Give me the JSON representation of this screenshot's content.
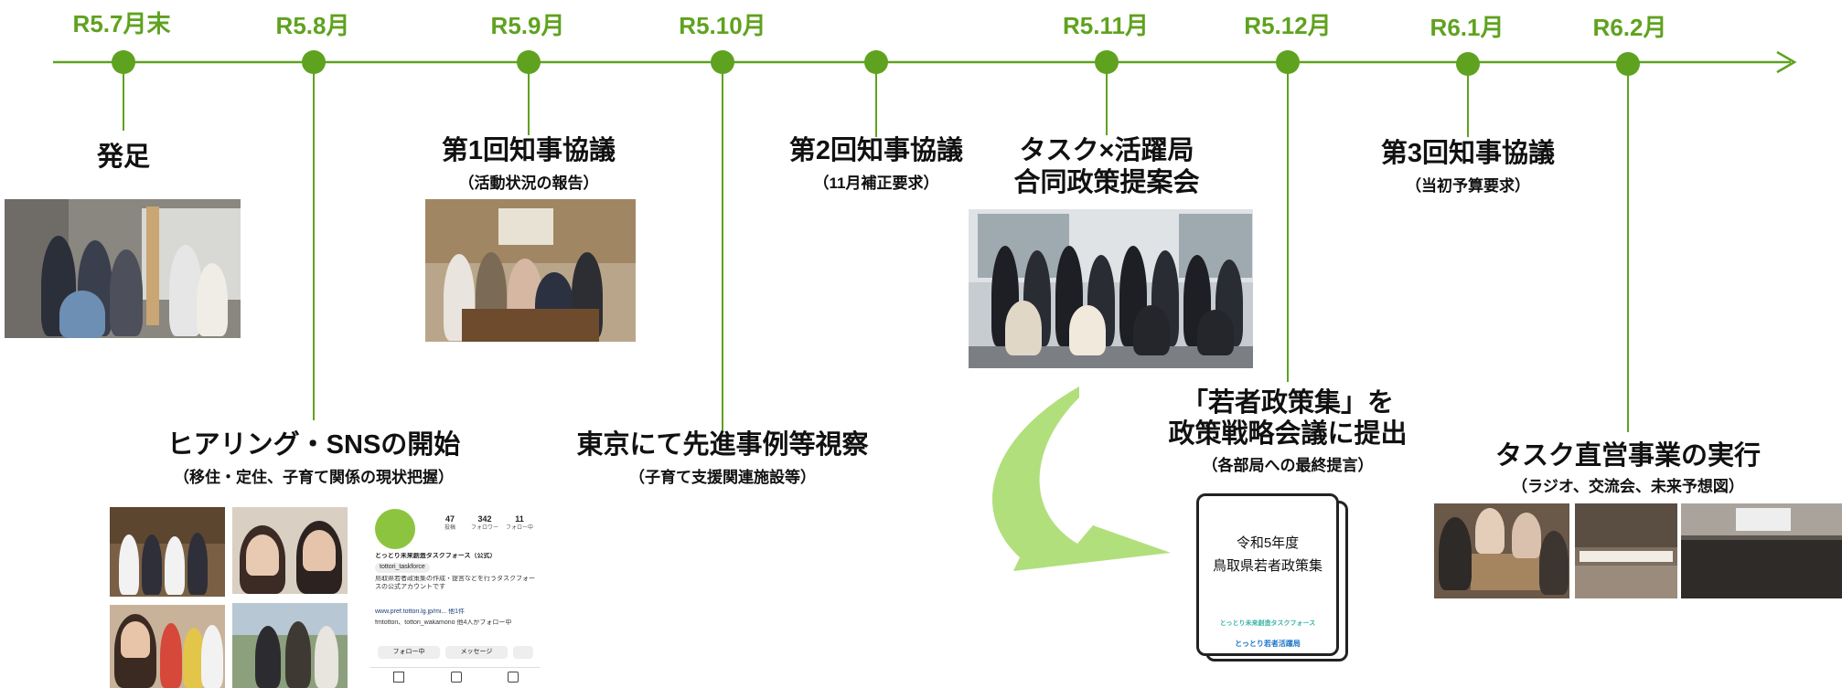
{
  "timeline": {
    "dates": [
      "R5.7月末",
      "R5.8月",
      "R5.9月",
      "R5.10月",
      "",
      "R5.11月",
      "R5.12月",
      "R6.1月",
      "R6.2月"
    ]
  },
  "events": {
    "launch": {
      "title": "発足"
    },
    "hearing": {
      "title": "ヒアリング・SNSの開始",
      "sub": "（移住・定住、子育て関係の現状把握）"
    },
    "meeting1": {
      "title": "第1回知事協議",
      "sub": "（活動状況の報告）"
    },
    "tokyo": {
      "title": "東京にて先進事例等視察",
      "sub": "（子育て支援関連施設等）"
    },
    "meeting2": {
      "title": "第2回知事協議",
      "sub": "（11月補正要求）"
    },
    "joint": {
      "title_line1": "タスク×活躍局",
      "title_line2": "合同政策提案会"
    },
    "proposal": {
      "title_line1": "「若者政策集」を",
      "title_line2": "政策戦略会議に提出",
      "sub": "（各部局への最終提言）"
    },
    "meeting3": {
      "title": "第3回知事協議",
      "sub": "（当初予算要求）"
    },
    "direct": {
      "title": "タスク直営事業の実行",
      "sub": "（ラジオ、交流会、未来予想図）"
    }
  },
  "document": {
    "line1": "令和5年度",
    "line2": "鳥取県若者政策集",
    "footer1": "とっとり未来創造タスクフォース",
    "footer2": "とっとり若者活躍局"
  },
  "sns_profile": {
    "posts_count": "47",
    "posts_label": "投稿",
    "followers_count": "342",
    "followers_label": "フォロワー",
    "following_count": "11",
    "following_label": "フォロー中",
    "name": "とっとり未来創造タスクフォース（公式）",
    "handle": "tottori_taskforce",
    "bio": "鳥取県若者政策集の作成・提言などを行うタスクフォースの公式アカウントです",
    "link": "www.pref.tottori.lg.jp/mi... 他1件",
    "followed_by": "fmtottori、tottori_wakamono 他4人がフォロー中",
    "follow_button": "フォロー中",
    "message_button": "メッセージ"
  },
  "colors": {
    "accent": "#5fa21f",
    "arrow": "#a9dc6e"
  }
}
